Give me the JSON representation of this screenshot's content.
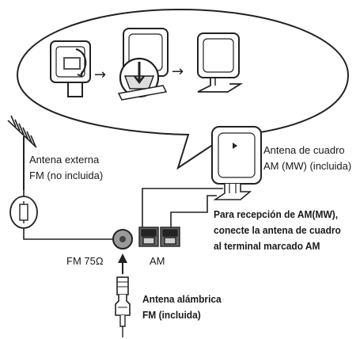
{
  "labels": {
    "external_antenna_line1": "Antena externa",
    "external_antenna_line2": "FM (no incluida)",
    "loop_antenna_line1": "Antena de cuadro",
    "loop_antenna_line2": "AM (MW) (incluida)",
    "am_instruction_line1": "Para recepción de AM(MW),",
    "am_instruction_line2": "conecte la antena de cuadro",
    "am_instruction_line3": "al terminal marcado AM",
    "fm_terminal": "FM 75Ω",
    "am_terminal": "AM",
    "wire_antenna_line1": "Antena alámbrica",
    "wire_antenna_line2": "FM (incluida)"
  },
  "steps": {
    "arrow_1": "→",
    "arrow_2": "→"
  }
}
